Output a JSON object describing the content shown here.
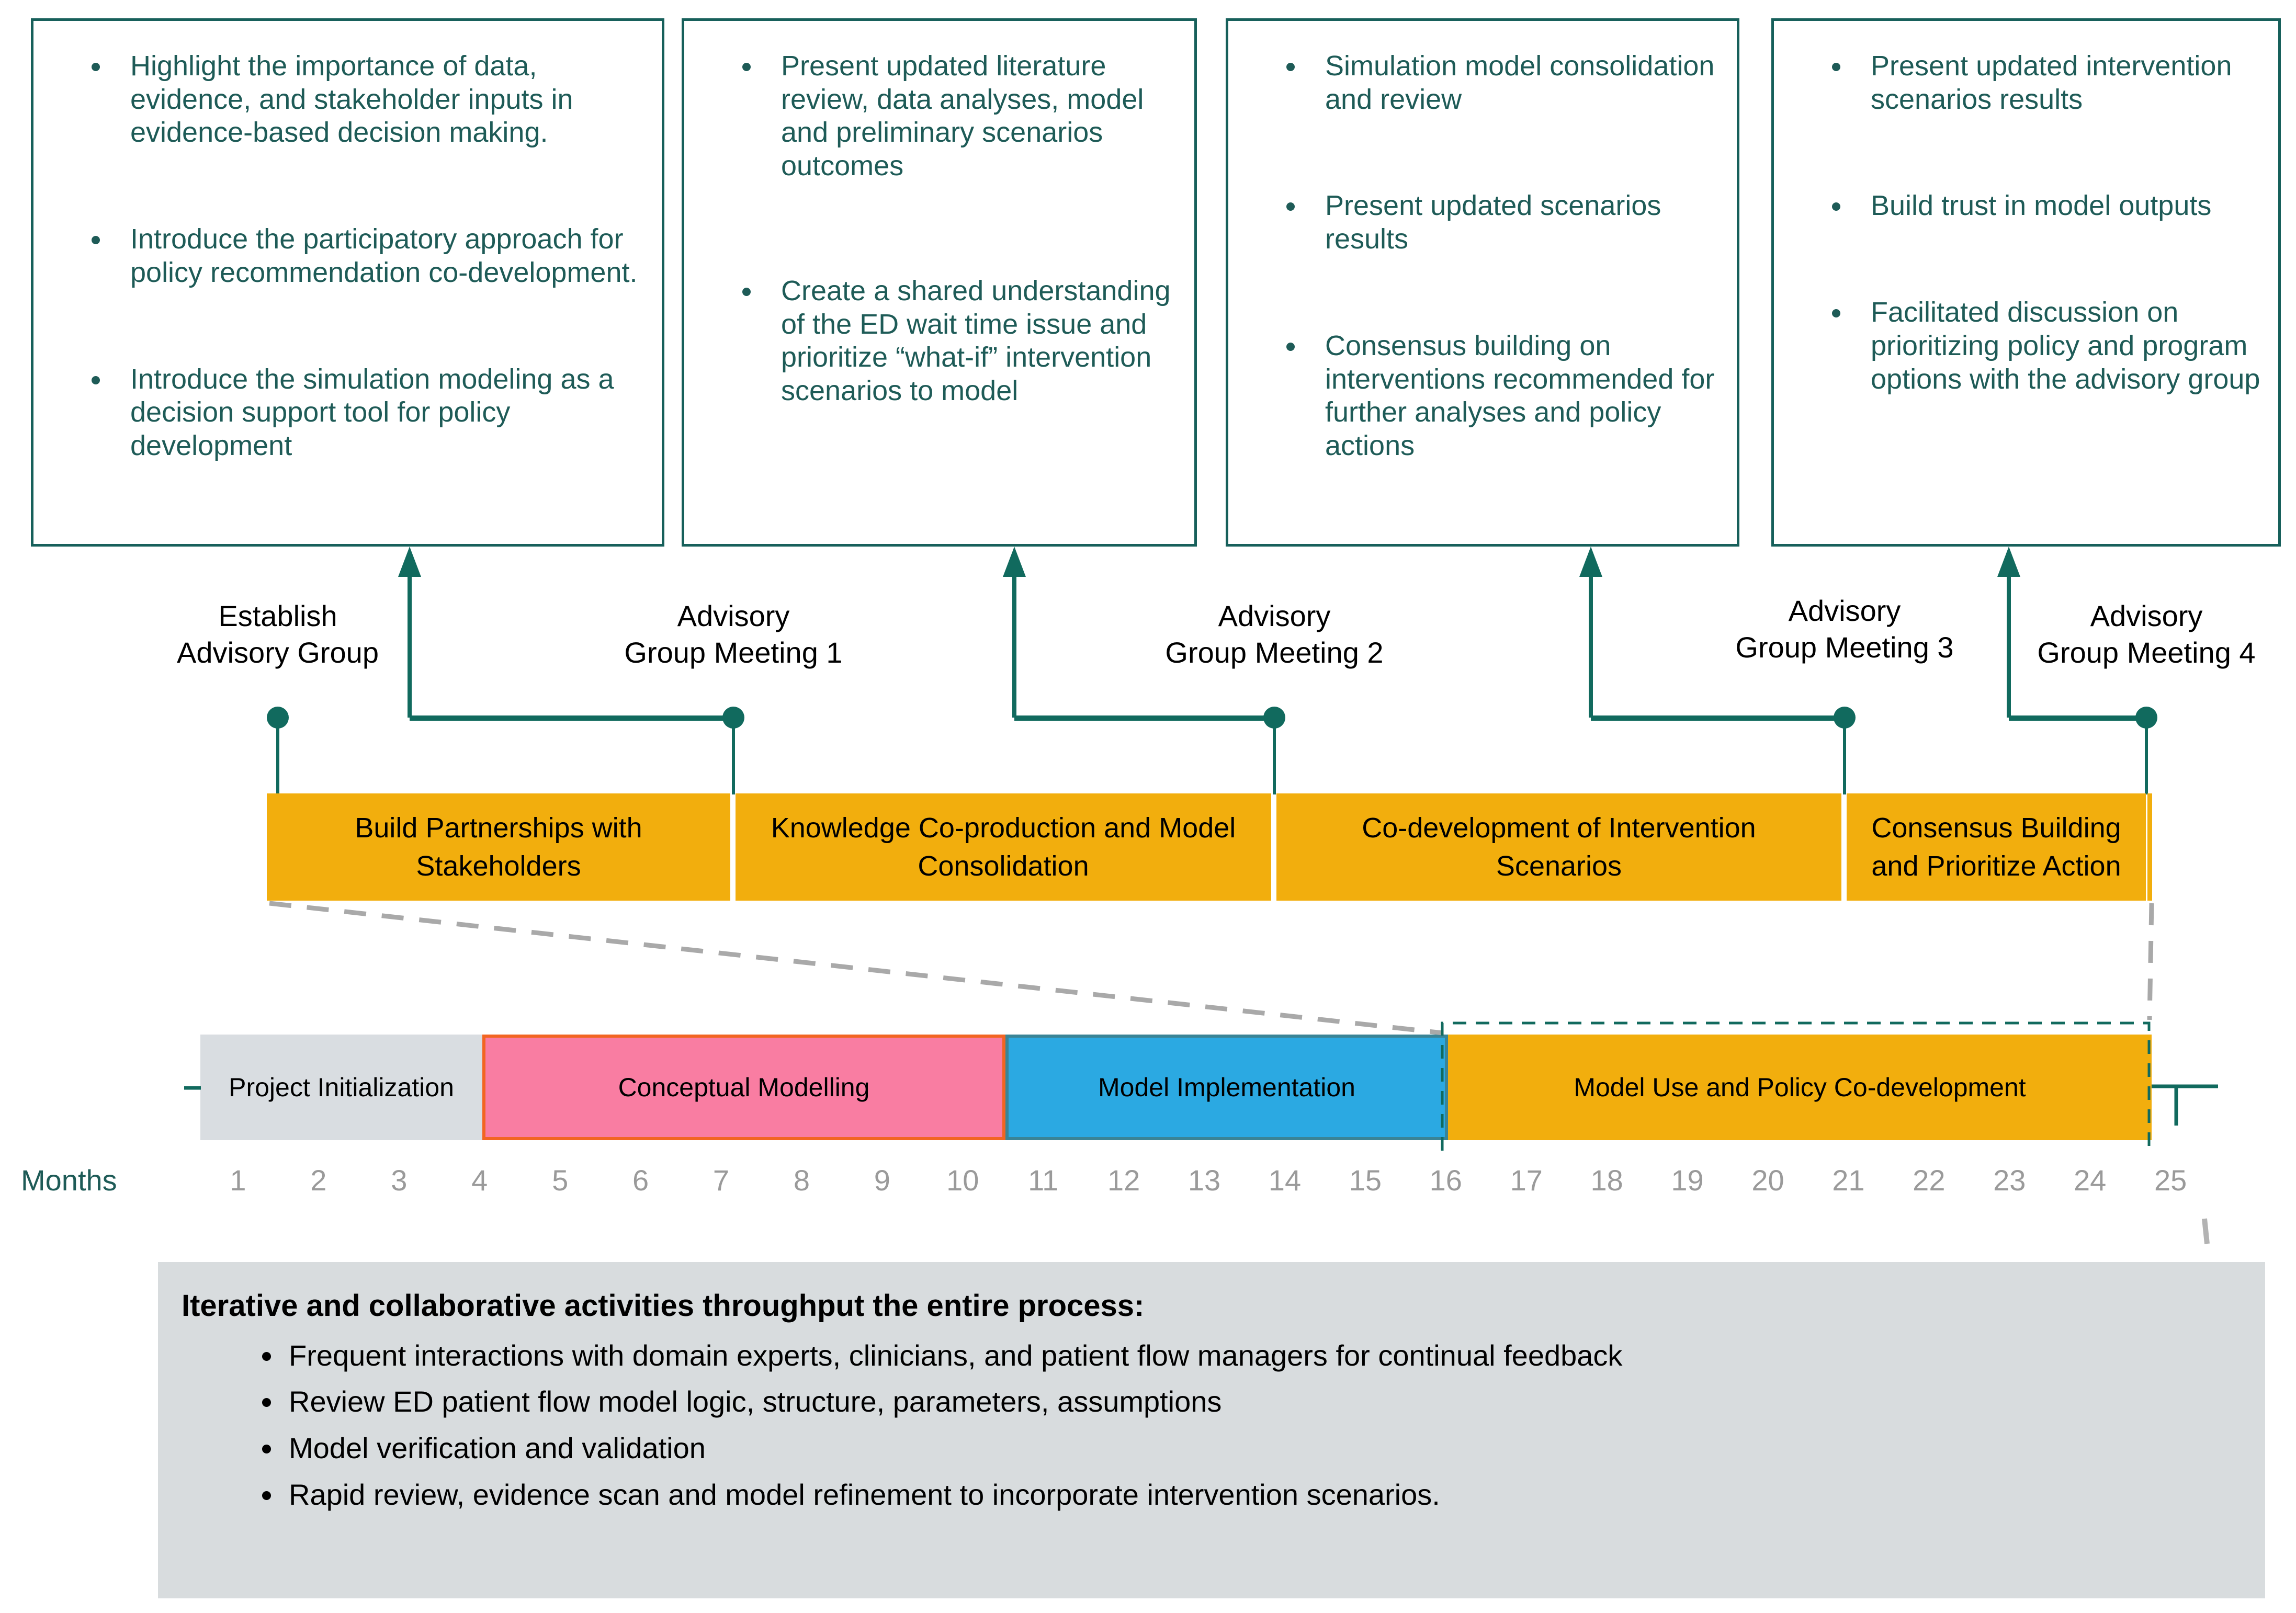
{
  "colors": {
    "teal_text": "#1E5B57",
    "teal_line": "#116A5E",
    "amber": "#F2AE0D",
    "pink": "#F97DA2",
    "pink_border": "#F26522",
    "blue": "#2BA9E2",
    "blue_border": "#3A8496",
    "gray_bar": "#D9DDE1",
    "footer_bg": "#D8DCDE",
    "month_text": "#9A9A9A",
    "dash_gray": "#A9A9A9"
  },
  "meeting_boxes": [
    {
      "bullets": [
        "Highlight the importance of data, evidence, and stakeholder inputs in evidence-based decision making.",
        "Introduce the participatory approach for policy recommendation co-development.",
        "Introduce the simulation modeling as a decision support tool for policy development"
      ]
    },
    {
      "bullets": [
        "Present updated literature review, data analyses, model and preliminary scenarios outcomes",
        "Create a shared understanding of the ED wait time issue and prioritize “what-if” intervention scenarios to model"
      ]
    },
    {
      "bullets": [
        "Simulation model consolidation and review",
        "Present updated scenarios results",
        "Consensus building on interventions recommended for further analyses and policy actions"
      ]
    },
    {
      "bullets": [
        "Present updated intervention scenarios results",
        "Build trust in model outputs",
        "Facilitated discussion on prioritizing policy and program options with the advisory group"
      ]
    }
  ],
  "milestones": [
    {
      "line1": "Establish",
      "line2": "Advisory Group"
    },
    {
      "line1": "Advisory",
      "line2": "Group Meeting 1"
    },
    {
      "line1": "Advisory",
      "line2": "Group Meeting 2"
    },
    {
      "line1": "Advisory",
      "line2": "Group Meeting 3"
    },
    {
      "line1": "Advisory",
      "line2": "Group Meeting 4"
    }
  ],
  "phases": [
    "Build Partnerships with Stakeholders",
    "Knowledge Co-production and Model Consolidation",
    "Co-development of Intervention Scenarios",
    "Consensus Building and Prioritize Action"
  ],
  "gantt": {
    "bars": [
      {
        "label": "Project Initialization"
      },
      {
        "label": "Conceptual Modelling"
      },
      {
        "label": "Model Implementation"
      },
      {
        "label": "Model Use and Policy Co-development"
      }
    ],
    "axis_label": "Months",
    "months": [
      "1",
      "2",
      "3",
      "4",
      "5",
      "6",
      "7",
      "8",
      "9",
      "10",
      "11",
      "12",
      "13",
      "14",
      "15",
      "16",
      "17",
      "18",
      "19",
      "20",
      "21",
      "22",
      "23",
      "24",
      "25"
    ]
  },
  "footer": {
    "title": "Iterative and collaborative activities throughput the entire process:",
    "bullets": [
      "Frequent interactions with domain experts, clinicians, and patient flow managers for continual feedback",
      "Review ED patient flow model logic, structure, parameters, assumptions",
      "Model verification and validation",
      "Rapid review, evidence scan and model refinement to incorporate intervention scenarios."
    ]
  }
}
